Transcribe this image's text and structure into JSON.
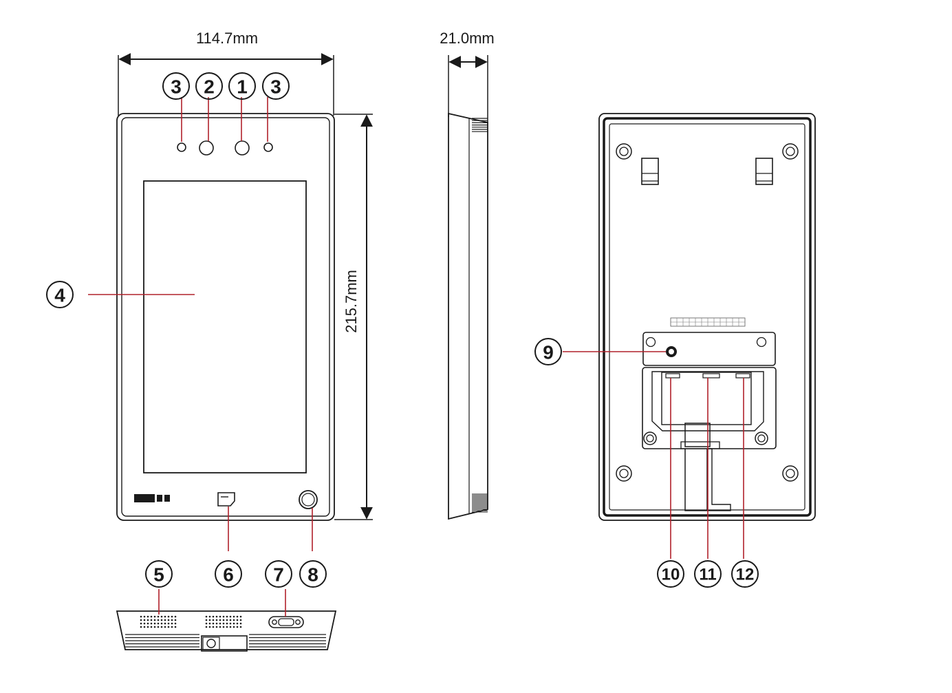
{
  "colors": {
    "outline": "#1a1a1a",
    "leader": "#b0202a",
    "background": "#ffffff"
  },
  "dimensions": {
    "width": "114.7mm",
    "height": "215.7mm",
    "depth": "21.0mm"
  },
  "callouts": {
    "c1": "1",
    "c2": "2",
    "c3a": "3",
    "c3b": "3",
    "c4": "4",
    "c5": "5",
    "c6": "6",
    "c7": "7",
    "c8": "8",
    "c9": "9",
    "c10": "10",
    "c11": "11",
    "c12": "12"
  }
}
